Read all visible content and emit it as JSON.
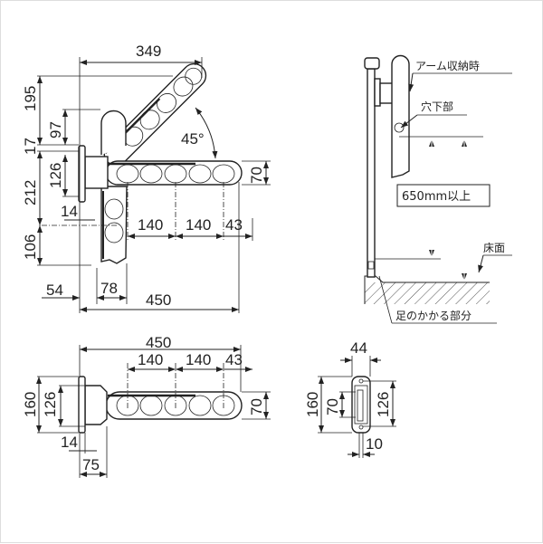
{
  "top_view": {
    "dims": {
      "width_open_diag": "349",
      "h195": "195",
      "h17": "17",
      "h97": "97",
      "h126": "126",
      "h212": "212",
      "h106": "106",
      "d14": "14",
      "p140a": "140",
      "p140b": "140",
      "p43": "43",
      "w70": "70",
      "d54": "54",
      "d78": "78",
      "w450": "450",
      "angle": "45°"
    }
  },
  "front_view": {
    "dims": {
      "w450": "450",
      "p140a": "140",
      "p140b": "140",
      "p43": "43",
      "h160": "160",
      "h126": "126",
      "w70": "70",
      "d14": "14",
      "d75": "75"
    }
  },
  "side_view": {
    "dims": {
      "w44": "44",
      "h160": "160",
      "h70": "70",
      "h126": "126",
      "d10": "10"
    }
  },
  "install_view": {
    "labels": {
      "arm_stored": "アーム収納時",
      "hole_bottom": "穴下部",
      "min_height": "650mm以上",
      "floor": "床面",
      "foothold": "足のかかる部分"
    }
  }
}
